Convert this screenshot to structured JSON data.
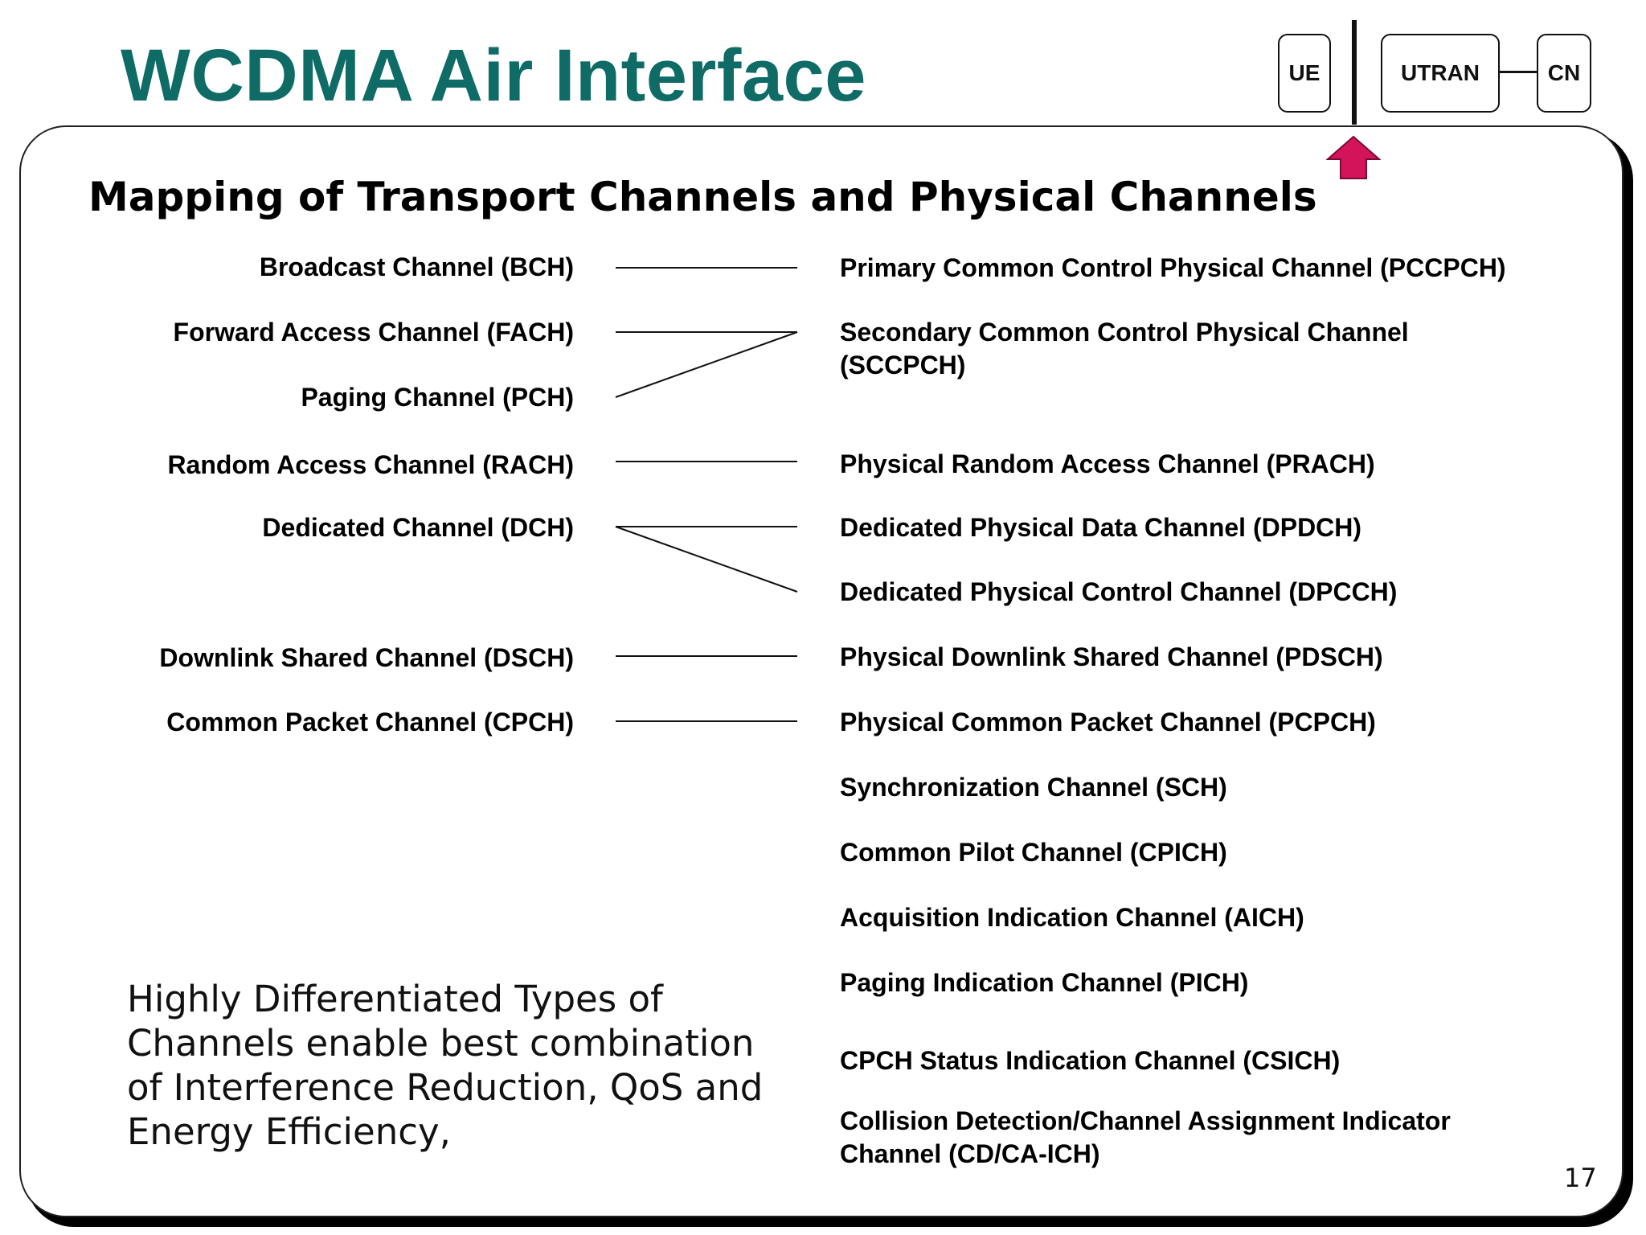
{
  "title": "WCDMA Air Interface",
  "network": {
    "ue": "UE",
    "utran": "UTRAN",
    "cn": "CN",
    "marker_color": "#d4145a"
  },
  "subtitle": "Mapping of Transport Channels and Physical Channels",
  "transport_channels": [
    "Broadcast Channel (BCH)",
    "Forward Access Channel (FACH)",
    "Paging Channel (PCH)",
    "Random Access Channel (RACH)",
    "Dedicated Channel (DCH)",
    "Downlink Shared Channel (DSCH)",
    "Common Packet Channel (CPCH)"
  ],
  "physical_channels": [
    "Primary Common Control Physical Channel (PCCPCH)",
    "Secondary Common Control Physical Channel",
    "(SCCPCH)",
    "Physical Random Access Channel (PRACH)",
    "Dedicated Physical Data Channel (DPDCH)",
    "Dedicated Physical Control Channel (DPCCH)",
    "Physical Downlink Shared Channel (PDSCH)",
    "Physical Common Packet Channel (PCPCH)",
    "Synchronization Channel (SCH)",
    "Common Pilot Channel (CPICH)",
    "Acquisition Indication Channel (AICH)",
    "Paging Indication Channel (PICH)",
    "CPCH Status Indication Channel (CSICH)",
    "Collision Detection/Channel Assignment Indicator",
    "Channel (CD/CA-ICH)"
  ],
  "note": "Highly Differentiated Types of Channels enable best combination of Interference Reduction, QoS and Energy Efficiency,",
  "page_number": "17"
}
